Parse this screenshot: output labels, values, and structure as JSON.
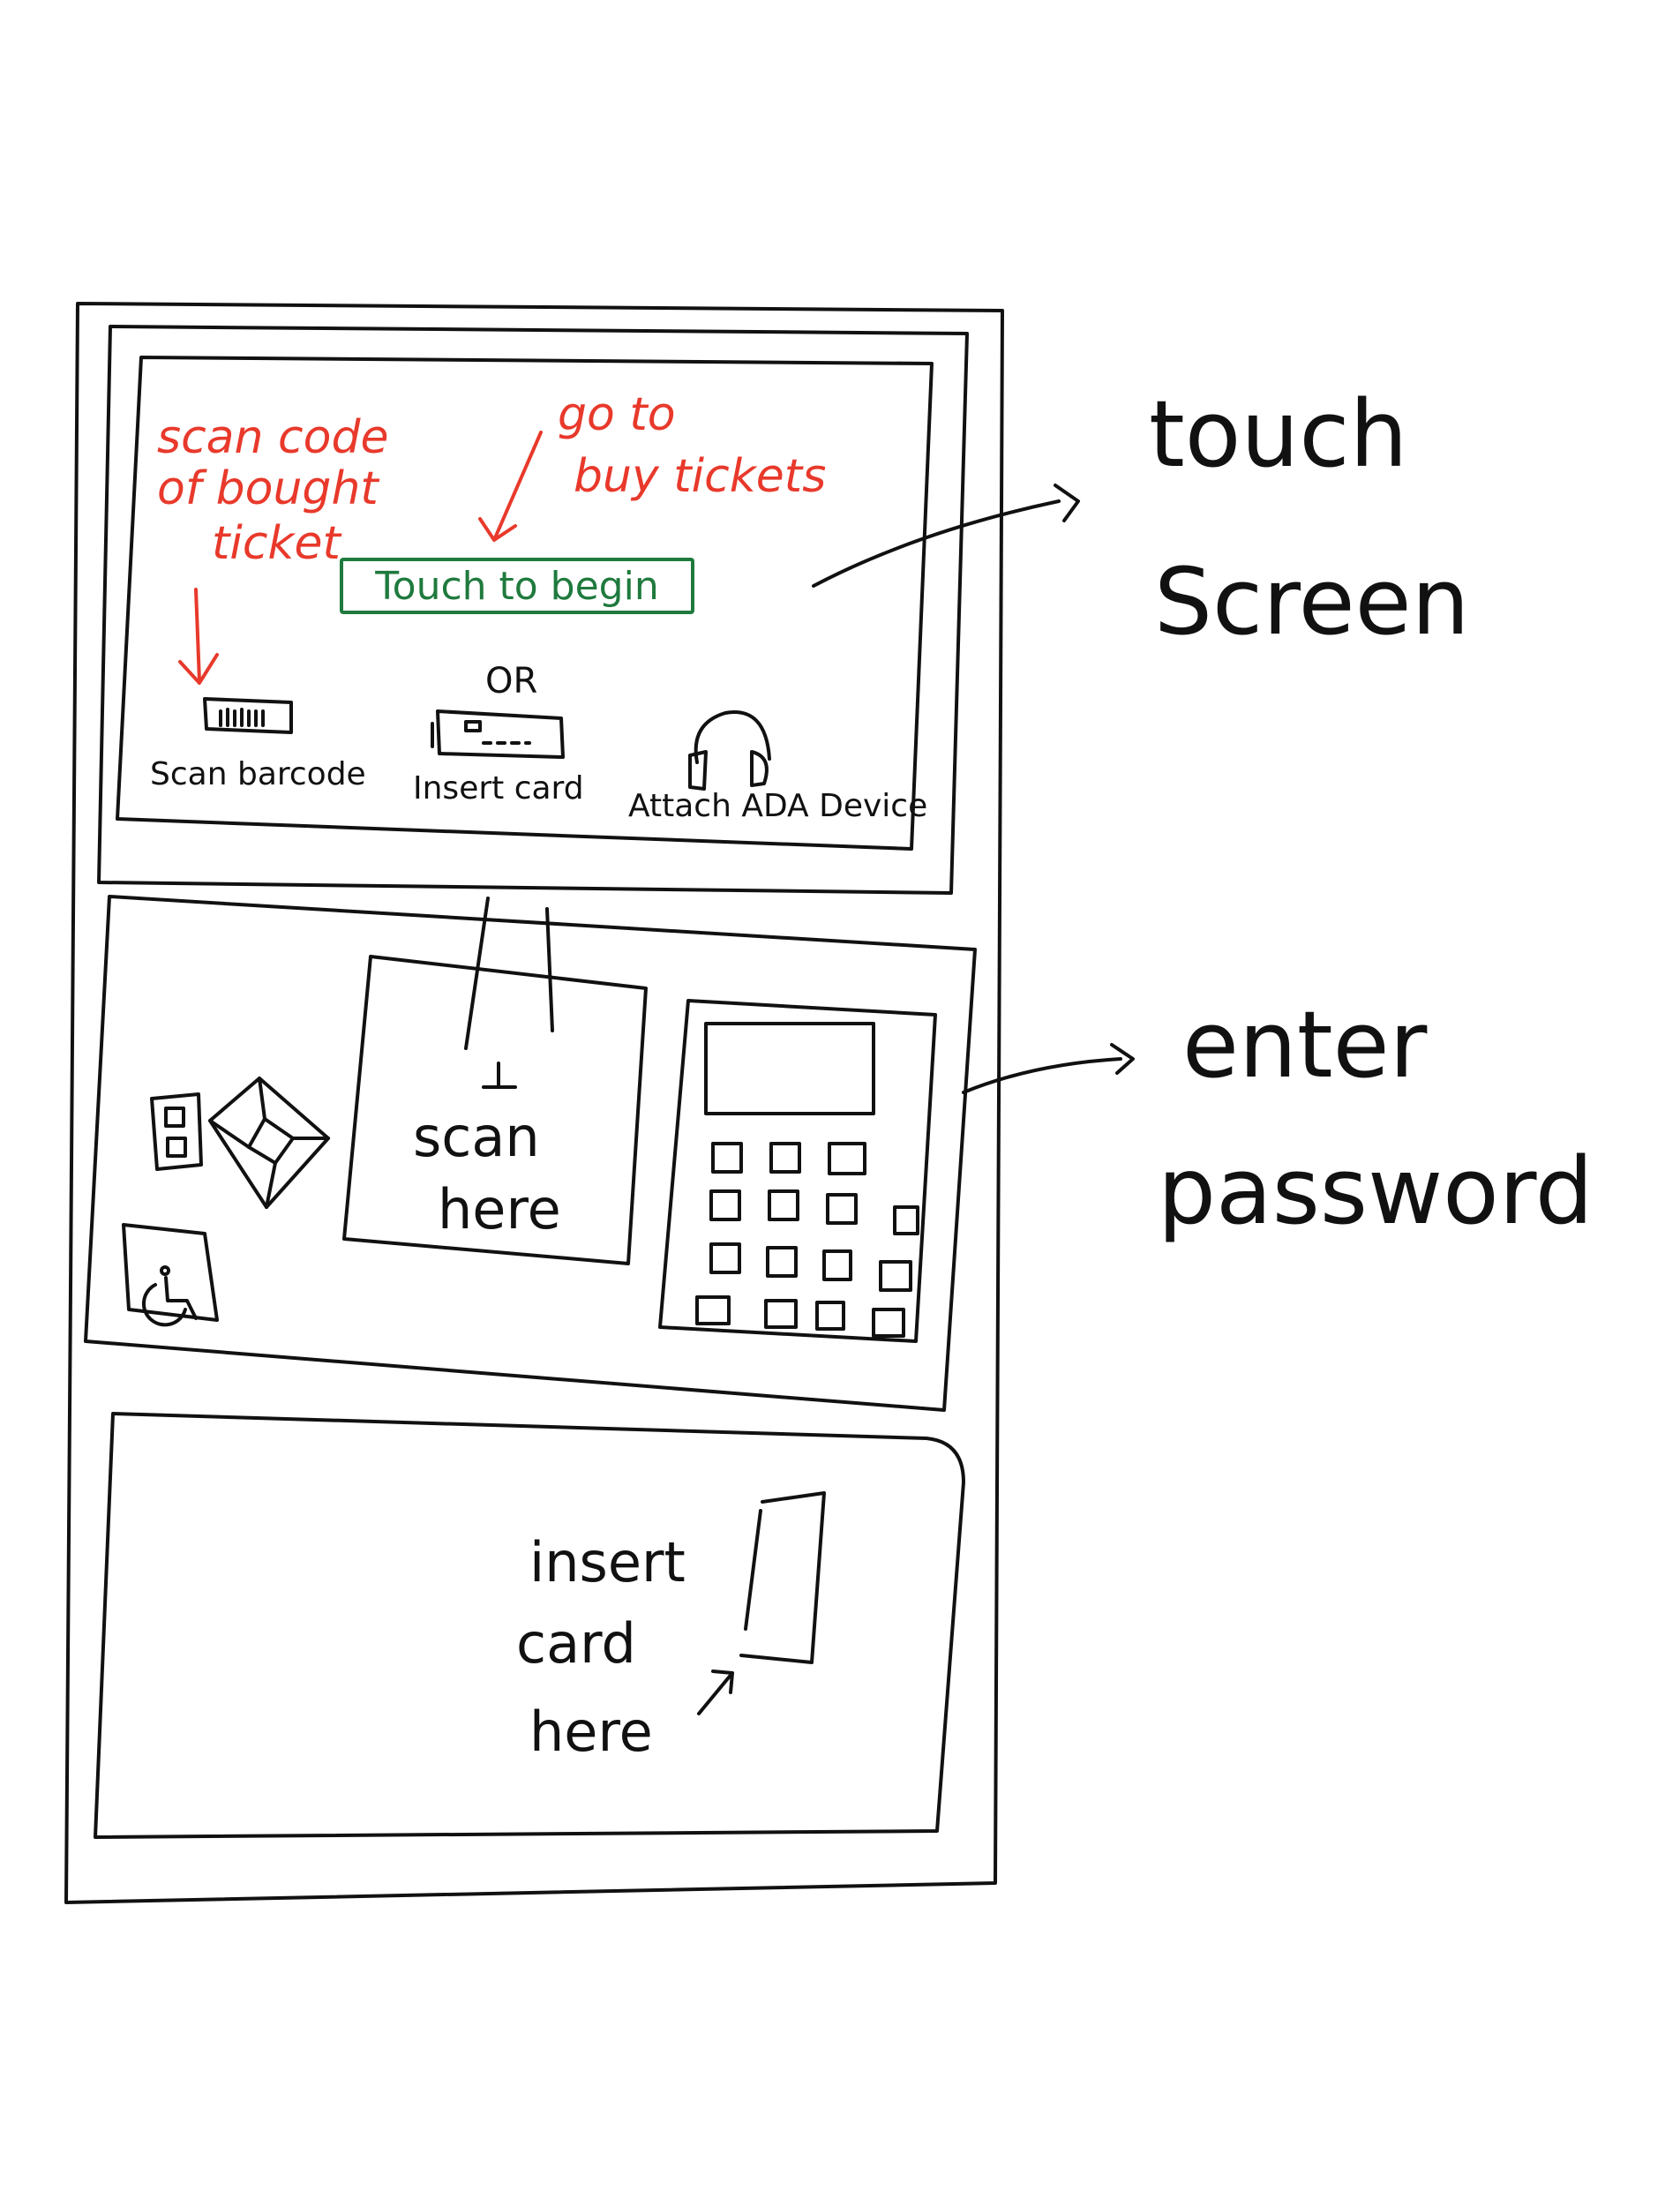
{
  "colors": {
    "ink": "#111111",
    "annotation_red": "#e8392b",
    "button_green": "#1f7a3d"
  },
  "screen": {
    "annotations": {
      "scan_code": [
        "scan code",
        "of bought",
        "ticket"
      ],
      "go_to": "go to",
      "buy_tickets": "buy tickets"
    },
    "touch_button_label": "Touch to begin",
    "or_label": "OR",
    "options": [
      {
        "label": "Scan barcode",
        "icon": "barcode-scanner-icon"
      },
      {
        "label": "Insert card",
        "icon": "card-slot-icon"
      },
      {
        "label": "Attach ADA Device",
        "icon": "headphones-icon"
      }
    ]
  },
  "middle_panel": {
    "scan_area_label": [
      "scan",
      "here"
    ],
    "icons": [
      "card-reader-icon",
      "diamond-icon",
      "wheelchair-icon"
    ],
    "keypad": {
      "icon": "keypad-icon",
      "display_icon": "keypad-display-icon"
    }
  },
  "bottom_panel": {
    "card_slot_label": [
      "insert",
      "card",
      "here"
    ]
  },
  "callouts": {
    "touch_screen": [
      "touch",
      "Screen"
    ],
    "enter_password": [
      "enter",
      "password"
    ]
  }
}
